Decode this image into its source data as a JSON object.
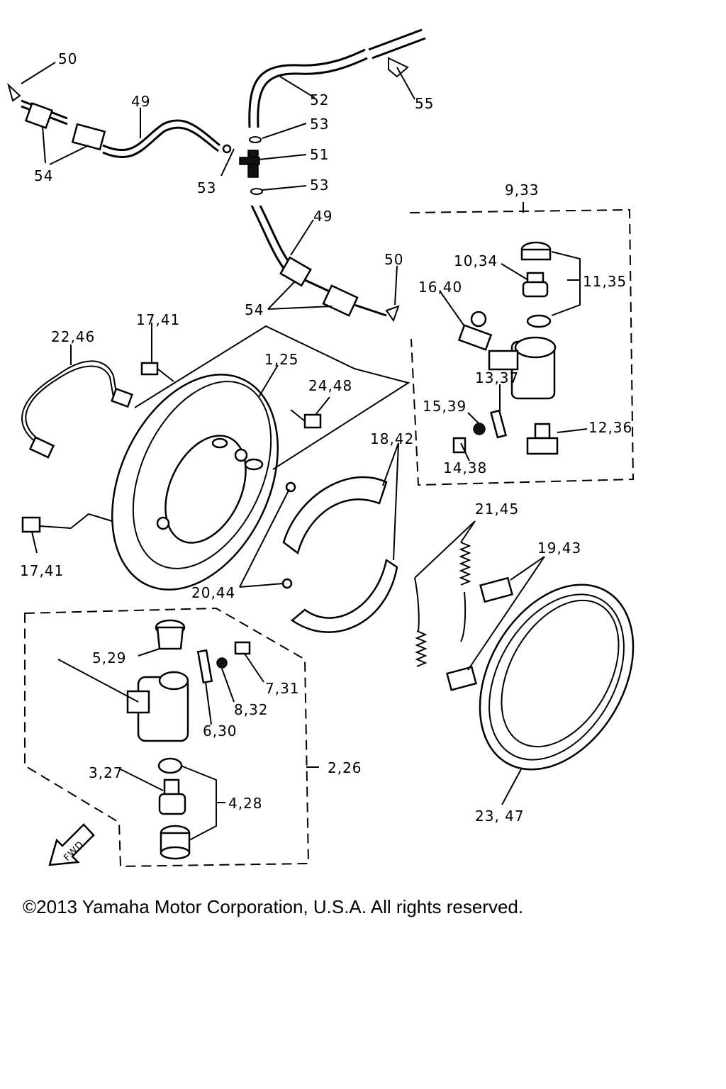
{
  "labels": {
    "l50a": "50",
    "l49a": "49",
    "l52": "52",
    "l55": "55",
    "l53a": "53",
    "l51": "51",
    "l54a": "54",
    "l53b": "53",
    "l53c": "53",
    "l49b": "49",
    "l933": "9,33",
    "l50b": "50",
    "l1034": "10,34",
    "l1135": "11,35",
    "l1640": "16,40",
    "l54b": "54",
    "l1741a": "17,41",
    "l2246": "22,46",
    "l125": "1,25",
    "l2448": "24,48",
    "l1337": "13,37",
    "l1539": "15,39",
    "l1236": "12,36",
    "l1842": "18,42",
    "l1438": "14,38",
    "l2145": "21,45",
    "l1943": "19,43",
    "l1741b": "17,41",
    "l2044": "20,44",
    "l529": "5,29",
    "l731": "7,31",
    "l832": "8,32",
    "l630": "6,30",
    "l226": "2,26",
    "l327": "3,27",
    "l428": "4,28",
    "l2347": "23, 47",
    "fwd": "FWD"
  },
  "footer": {
    "copyright": "©2013 Yamaha Motor Corporation, U.S.A. All rights reserved."
  }
}
